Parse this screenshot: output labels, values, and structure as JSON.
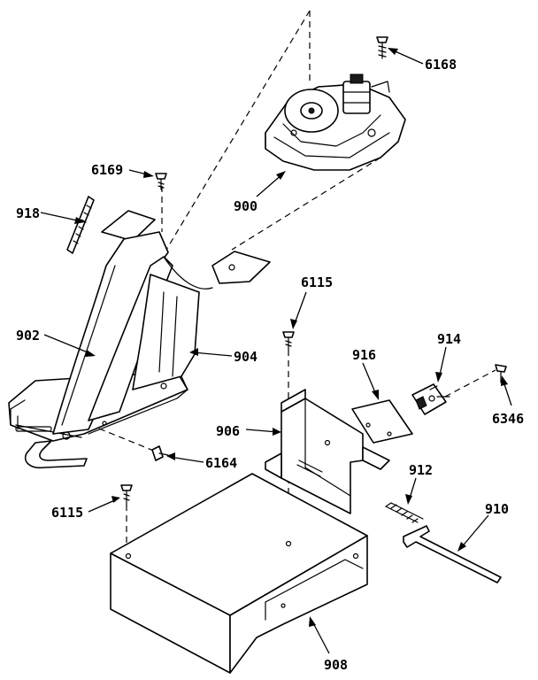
{
  "callouts": {
    "p6168": "6168",
    "p6169": "6169",
    "p900": "900",
    "p918": "918",
    "p6115_top": "6115",
    "p902": "902",
    "p904": "904",
    "p916": "916",
    "p914": "914",
    "p6346": "6346",
    "p906": "906",
    "p6164": "6164",
    "p912": "912",
    "p910": "910",
    "p6115_bottom": "6115",
    "p908": "908"
  }
}
